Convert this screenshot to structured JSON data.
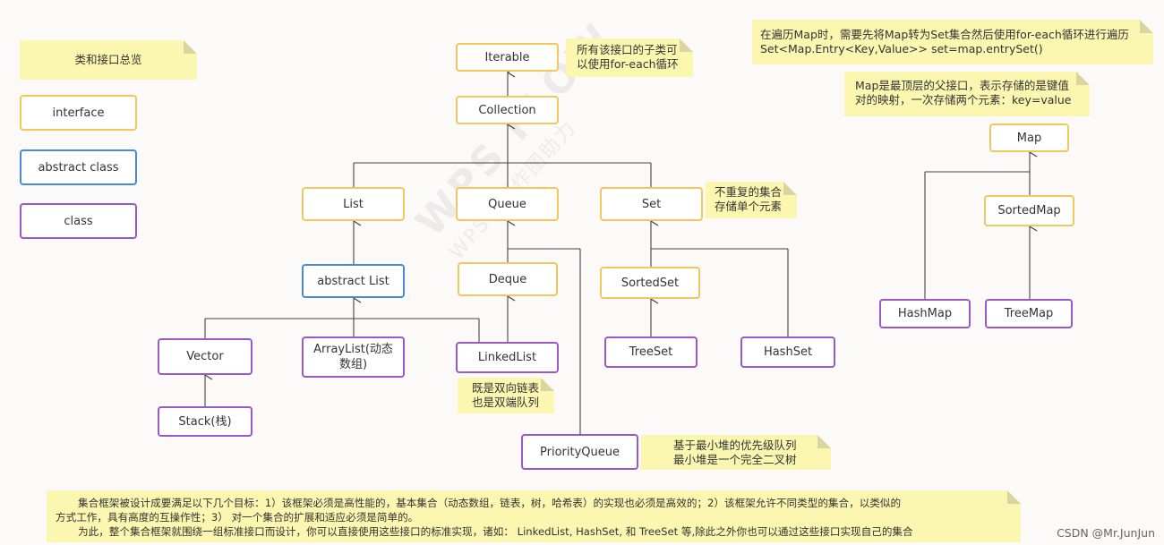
{
  "legend": {
    "title": "类和接口总览",
    "interface": "interface",
    "abstract_class": "abstract  class",
    "class": "class"
  },
  "nodes": {
    "iterable": "Iterable",
    "collection": "Collection",
    "list": "List",
    "queue": "Queue",
    "set": "Set",
    "abstract_list": "abstract  List",
    "deque": "Deque",
    "sorted_set": "SortedSet",
    "vector": "Vector",
    "array_list": "ArrayList(动态数组)",
    "linked_list": "LinkedList",
    "tree_set": "TreeSet",
    "hash_set": "HashSet",
    "stack": "Stack(栈)",
    "priority_queue": "PriorityQueue",
    "map": "Map",
    "sorted_map": "SortedMap",
    "hash_map": "HashMap",
    "tree_map": "TreeMap"
  },
  "notes": {
    "iterable_1": "所有该接口的子类可",
    "iterable_2": "以使用for-each循环",
    "set_1": "不重复的集合",
    "set_2": "存储单个元素",
    "linkedlist_1": "既是双向链表",
    "linkedlist_2": "也是双端队列",
    "pq_1": "基于最小堆的优先级队列",
    "pq_2": "最小堆是一个完全二叉树",
    "map_iter_1": "在遍历Map时，需要先将Map转为Set集合然后使用for-each循环进行遍历",
    "map_iter_2": "Set<Map.Entry<Key,Value>> set=map.entrySet()",
    "map_1": "Map是最顶层的父接口，表示存储的是键值",
    "map_2": "对的映射，一次存储两个元素：key=value",
    "bottom_1": "集合框架被设计成要满足以下几个目标：1）该框架必须是高性能的，基本集合（动态数组，链表，树，哈希表）的实现也必须是高效的；2）该框架允许不同类型的集合，以类似的",
    "bottom_2": "方式工作，具有高度的互操作性；3）  对一个集合的扩展和适应必须是简单的。",
    "bottom_3": "为此，整个集合框架就围绕一组标准接口而设计，你可以直接使用这些接口的标准实现，诸如： LinkedList, HashSet, 和 TreeSet 等,除此之外你也可以通过这些接口实现自己的集合"
  },
  "watermark": {
    "line1": "WPS FLOW",
    "line2": "WPS在线作图助力"
  },
  "credit": "CSDN @Mr.JunJun",
  "colors": {
    "interface_border": "#f2c75c",
    "abstract_border": "#4a88d8",
    "class_border": "#9a58c8",
    "note_fill": "#fbf7b0"
  }
}
